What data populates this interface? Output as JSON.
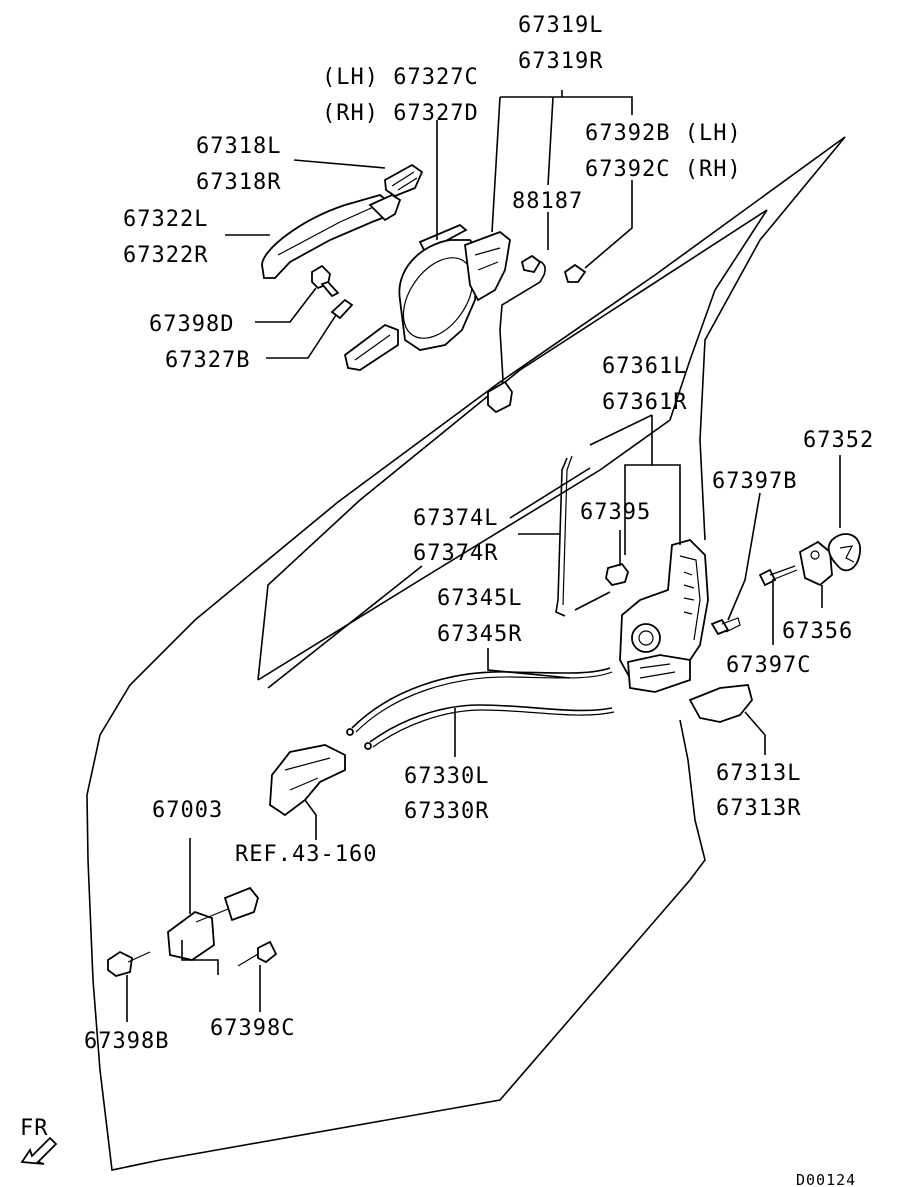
{
  "labels": {
    "p67319L": "67319L",
    "p67319R": "67319R",
    "p67327C": "(LH) 67327C",
    "p67327D": "(RH) 67327D",
    "p67392B": "67392B (LH)",
    "p67392C": "67392C (RH)",
    "p67318L": "67318L",
    "p67318R": "67318R",
    "p88187": "88187",
    "p67322L": "67322L",
    "p67322R": "67322R",
    "p67398D": "67398D",
    "p67327B": "67327B",
    "p67361L": "67361L",
    "p67361R": "67361R",
    "p67352": "67352",
    "p67397B": "67397B",
    "p67395": "67395",
    "p67374L": "67374L",
    "p67374R": "67374R",
    "p67345L": "67345L",
    "p67345R": "67345R",
    "p67356": "67356",
    "p67397C": "67397C",
    "p67313L": "67313L",
    "p67313R": "67313R",
    "p67330L": "67330L",
    "p67330R": "67330R",
    "p67003": "67003",
    "ref43160": "REF.43-160",
    "p67398B": "67398B",
    "p67398C": "67398C",
    "fr": "FR",
    "diagram_code": "D00124"
  },
  "icons": {
    "fr_arrow": "direction-arrow-icon"
  }
}
